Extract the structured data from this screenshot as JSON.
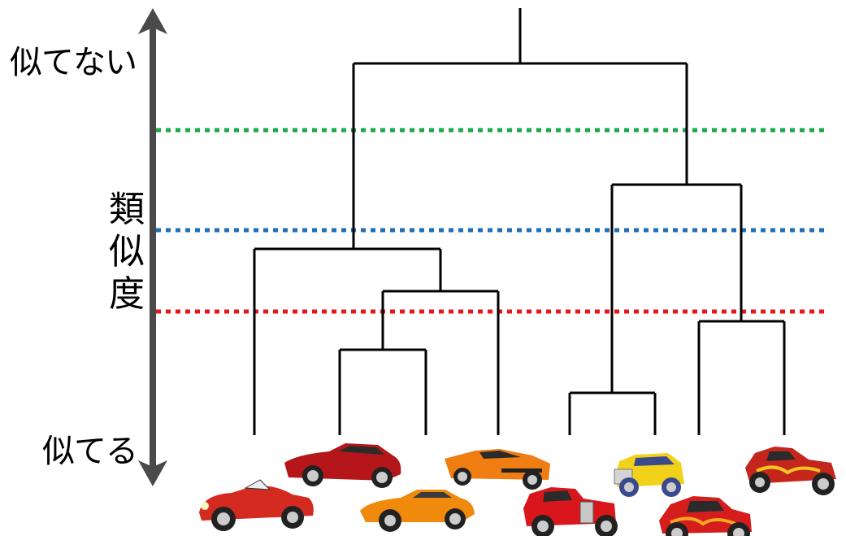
{
  "axis": {
    "top_label": "似てない",
    "bottom_label": "似てる",
    "vertical_label": "類似度"
  },
  "thresholds": [
    {
      "color": "#1aa84a"
    },
    {
      "color": "#1f6fb5"
    },
    {
      "color": "#e8151b"
    }
  ],
  "leaves": [
    {
      "icon": "red-roadster-car-icon",
      "color": "#d42a1f"
    },
    {
      "icon": "red-gt-coupe-car-icon",
      "color": "#b5161a"
    },
    {
      "icon": "orange-sports-coupe-car-icon",
      "color": "#f08a0c"
    },
    {
      "icon": "orange-muscle-car-icon",
      "color": "#f07d12"
    },
    {
      "icon": "red-hot-rod-car-icon",
      "color": "#d8161c"
    },
    {
      "icon": "yellow-vintage-car-icon",
      "color": "#f2d11a"
    },
    {
      "icon": "red-flame-hot-rod-car-icon",
      "color": "#d41d1c"
    },
    {
      "icon": "red-flame-roadster-car-icon",
      "color": "#c4261c"
    }
  ]
}
